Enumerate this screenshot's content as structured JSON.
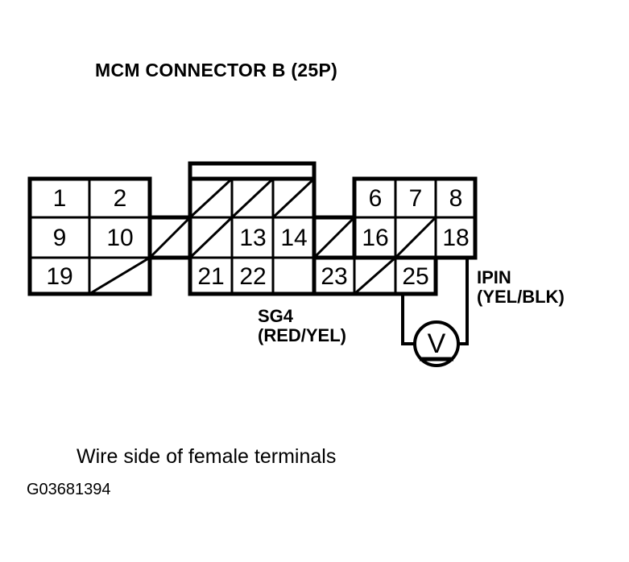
{
  "title": "MCM CONNECTOR B (25P)",
  "caption": "Wire side of female terminals",
  "figure_id": "G03681394",
  "colors": {
    "background": "#ffffff",
    "line": "#000000",
    "text": "#000000"
  },
  "connector": {
    "name": "MCM CONNECTOR B",
    "pin_count_label": "(25P)",
    "blocks": {
      "left": {
        "rows": [
          [
            "1",
            "2"
          ],
          [
            "9",
            "10"
          ],
          [
            "19",
            ""
          ]
        ]
      },
      "middle": {
        "rows": [
          [
            "",
            "",
            ""
          ],
          [
            "",
            "13",
            "14"
          ],
          [
            "21",
            "22",
            ""
          ]
        ]
      },
      "right": {
        "rows": [
          [
            "6",
            "7",
            "8"
          ],
          [
            "",
            "16",
            "",
            "18"
          ],
          [
            "23",
            "",
            "25"
          ]
        ]
      }
    },
    "pins_visible": [
      "1",
      "2",
      "9",
      "10",
      "19",
      "13",
      "14",
      "21",
      "22",
      "6",
      "7",
      "8",
      "16",
      "18",
      "23",
      "25"
    ]
  },
  "wire_labels": {
    "sg4": {
      "name": "SG4",
      "color_code": "(RED/YEL)"
    },
    "ipin": {
      "name": "IPIN",
      "color_code": "(YEL/BLK)"
    }
  },
  "meter": {
    "type": "voltmeter",
    "symbol": "V"
  }
}
